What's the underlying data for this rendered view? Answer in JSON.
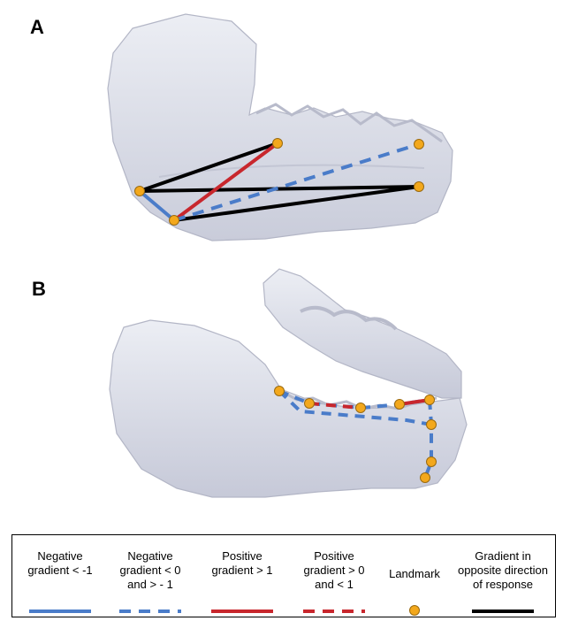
{
  "panels": {
    "a_label": "A",
    "b_label": "B"
  },
  "legend": {
    "items": [
      {
        "label": "Negative\ngradient < -1",
        "color": "#4a7cc9",
        "style": "solid"
      },
      {
        "label": "Negative\ngradient < 0\nand > - 1",
        "color": "#4a7cc9",
        "style": "dashed"
      },
      {
        "label": "Positive\ngradient > 1",
        "color": "#c8272d",
        "style": "solid"
      },
      {
        "label": "Positive\ngradient > 0\nand < 1",
        "color": "#c8272d",
        "style": "dashed"
      },
      {
        "label": "Landmark",
        "color": "#f3a81c",
        "style": "dot"
      },
      {
        "label": "Gradient in\nopposite direction\nof response",
        "color": "#000000",
        "style": "solid"
      }
    ]
  },
  "colors": {
    "bone_fill": "#d9dbe6",
    "bone_stroke": "#a7abbd",
    "landmark_fill": "#f3a81c",
    "landmark_stroke": "#9a6a10"
  }
}
